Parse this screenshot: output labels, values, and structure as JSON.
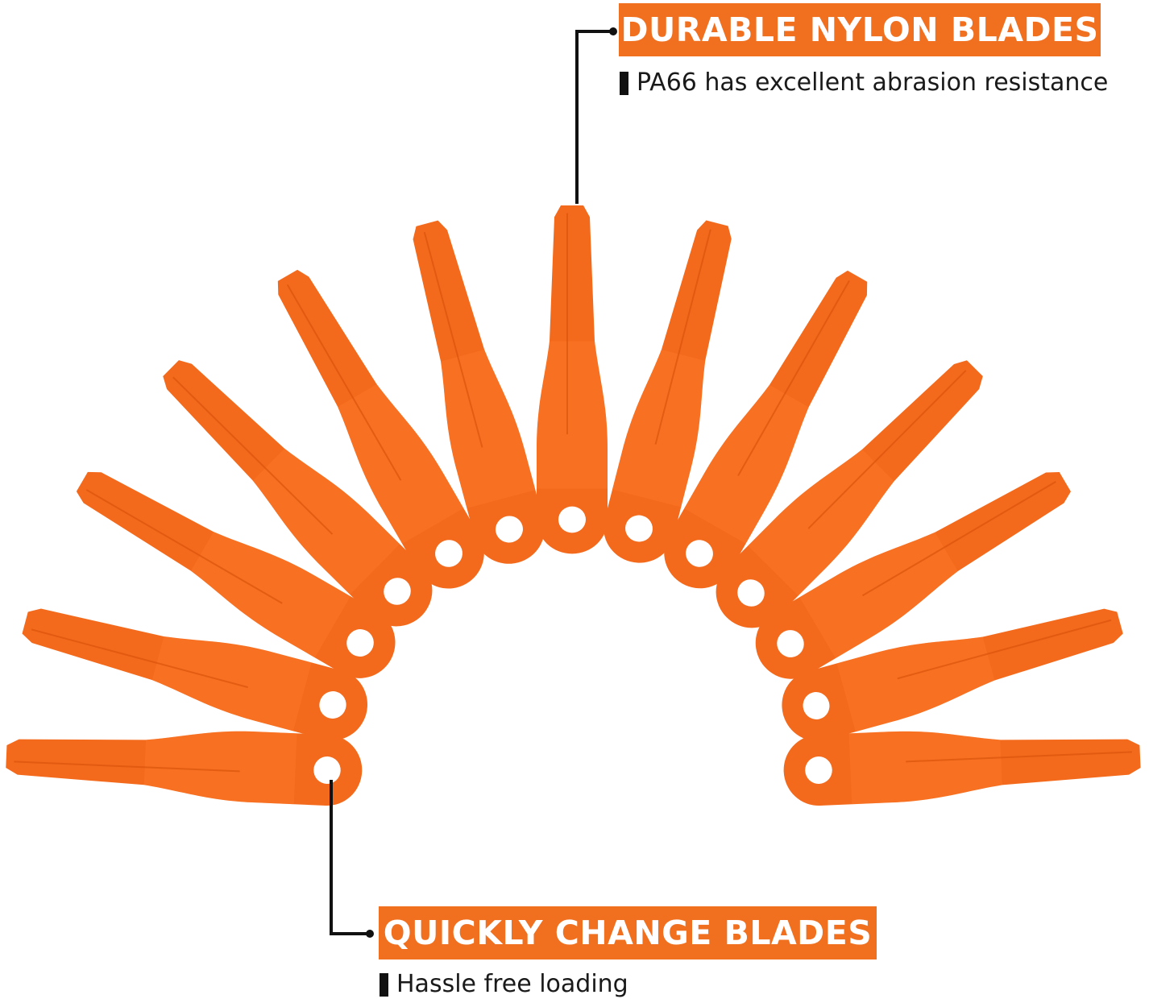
{
  "top_callout": {
    "title": "DURABLE NYLON BLADES",
    "description": "PA66 has excellent abrasion resistance"
  },
  "bottom_callout": {
    "title": "QUICKLY CHANGE BLADES",
    "description": "Hassle free loading"
  },
  "colors": {
    "accent": "#f07020",
    "blade": "#f46a1c",
    "blade_shade": "#e55a10",
    "line": "#111111"
  }
}
